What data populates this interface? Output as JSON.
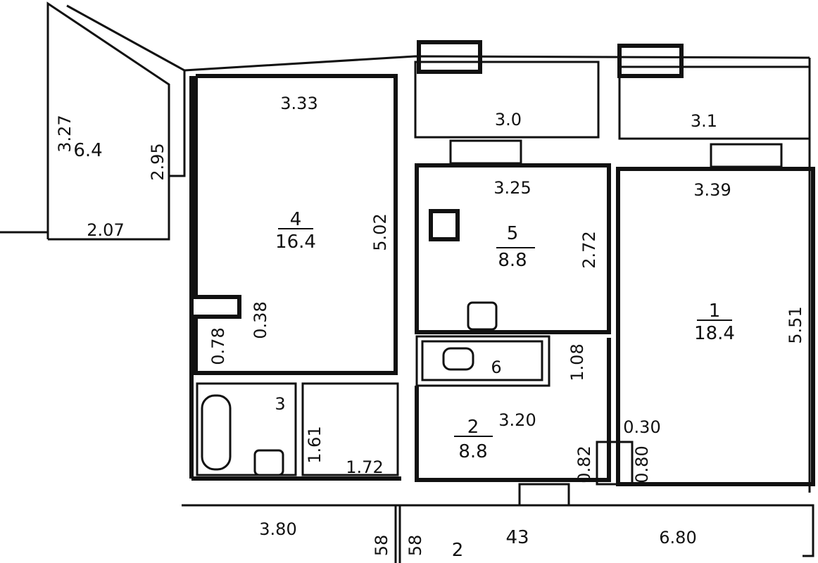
{
  "rooms": [
    {
      "number": "4",
      "area": "16.4"
    },
    {
      "number": "5",
      "area": "8.8"
    },
    {
      "number": "1",
      "area": "18.4"
    },
    {
      "number": "2",
      "area": "8.8"
    },
    {
      "number": "3",
      "area": ""
    },
    {
      "number": "6",
      "area": ""
    }
  ],
  "balcony": {
    "area": "6.4"
  },
  "dimensions": {
    "d327": "3.27",
    "d295": "2.95",
    "d207": "2.07",
    "d333": "3.33",
    "d502": "5.02",
    "d038": "0.38",
    "d078": "0.78",
    "d30": "3.0",
    "d31": "3.1",
    "d325": "3.25",
    "d272": "2.72",
    "d339": "3.39",
    "d551": "5.51",
    "d108": "1.08",
    "d320": "3.20",
    "d161": "1.61",
    "d172": "1.72",
    "d082": "0.82",
    "d030": "0.30",
    "d080": "0.80",
    "d380": "3.80",
    "d43": "43",
    "d680": "6.80",
    "d58a": "58",
    "d58b": "58",
    "d2": "2"
  }
}
